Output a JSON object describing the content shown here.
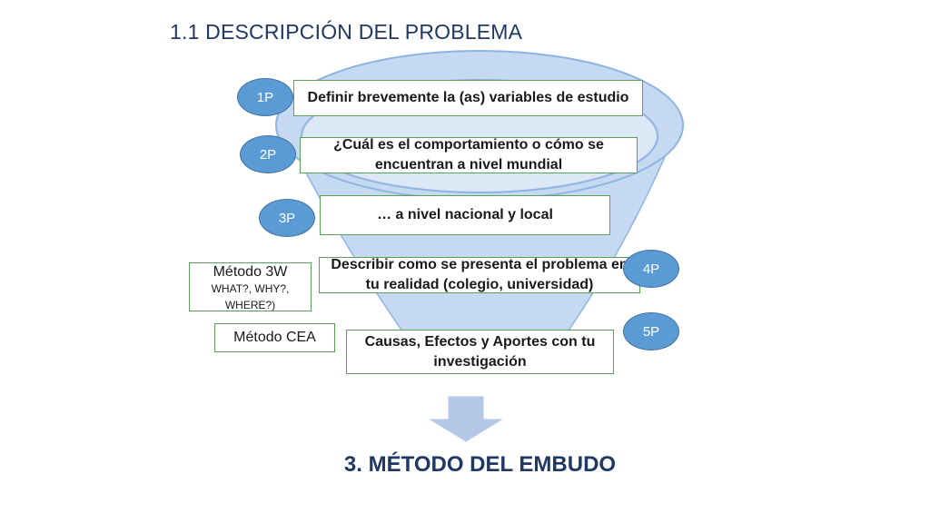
{
  "title": "1.1 DESCRIPCIÓN DEL PROBLEMA",
  "steps": [
    {
      "badge": "1P",
      "text": "Definir brevemente la (as) variables de estudio"
    },
    {
      "badge": "2P",
      "text": "¿Cuál es el comportamiento o cómo se encuentran a nivel mundial"
    },
    {
      "badge": "3P",
      "text": "… a nivel nacional y local"
    },
    {
      "badge": "4P",
      "text": "Describir como se presenta el problema en tu realidad (colegio, universidad)"
    },
    {
      "badge": "5P",
      "text": "Causas, Efectos y Aportes con tu investigación"
    }
  ],
  "methods": {
    "m3w_title": "Método 3W",
    "m3w_sub": "WHAT?, WHY?, WHERE?)",
    "cea": "Método CEA"
  },
  "footer": "3. MÉTODO DEL EMBUDO",
  "colors": {
    "funnel_fill": "#c5d9f1",
    "funnel_stroke": "#8eb4e3",
    "badge": "#5b9bd5",
    "arrow": "#b4c7e7",
    "box_border": "#5aa05a",
    "title": "#1f3864"
  }
}
